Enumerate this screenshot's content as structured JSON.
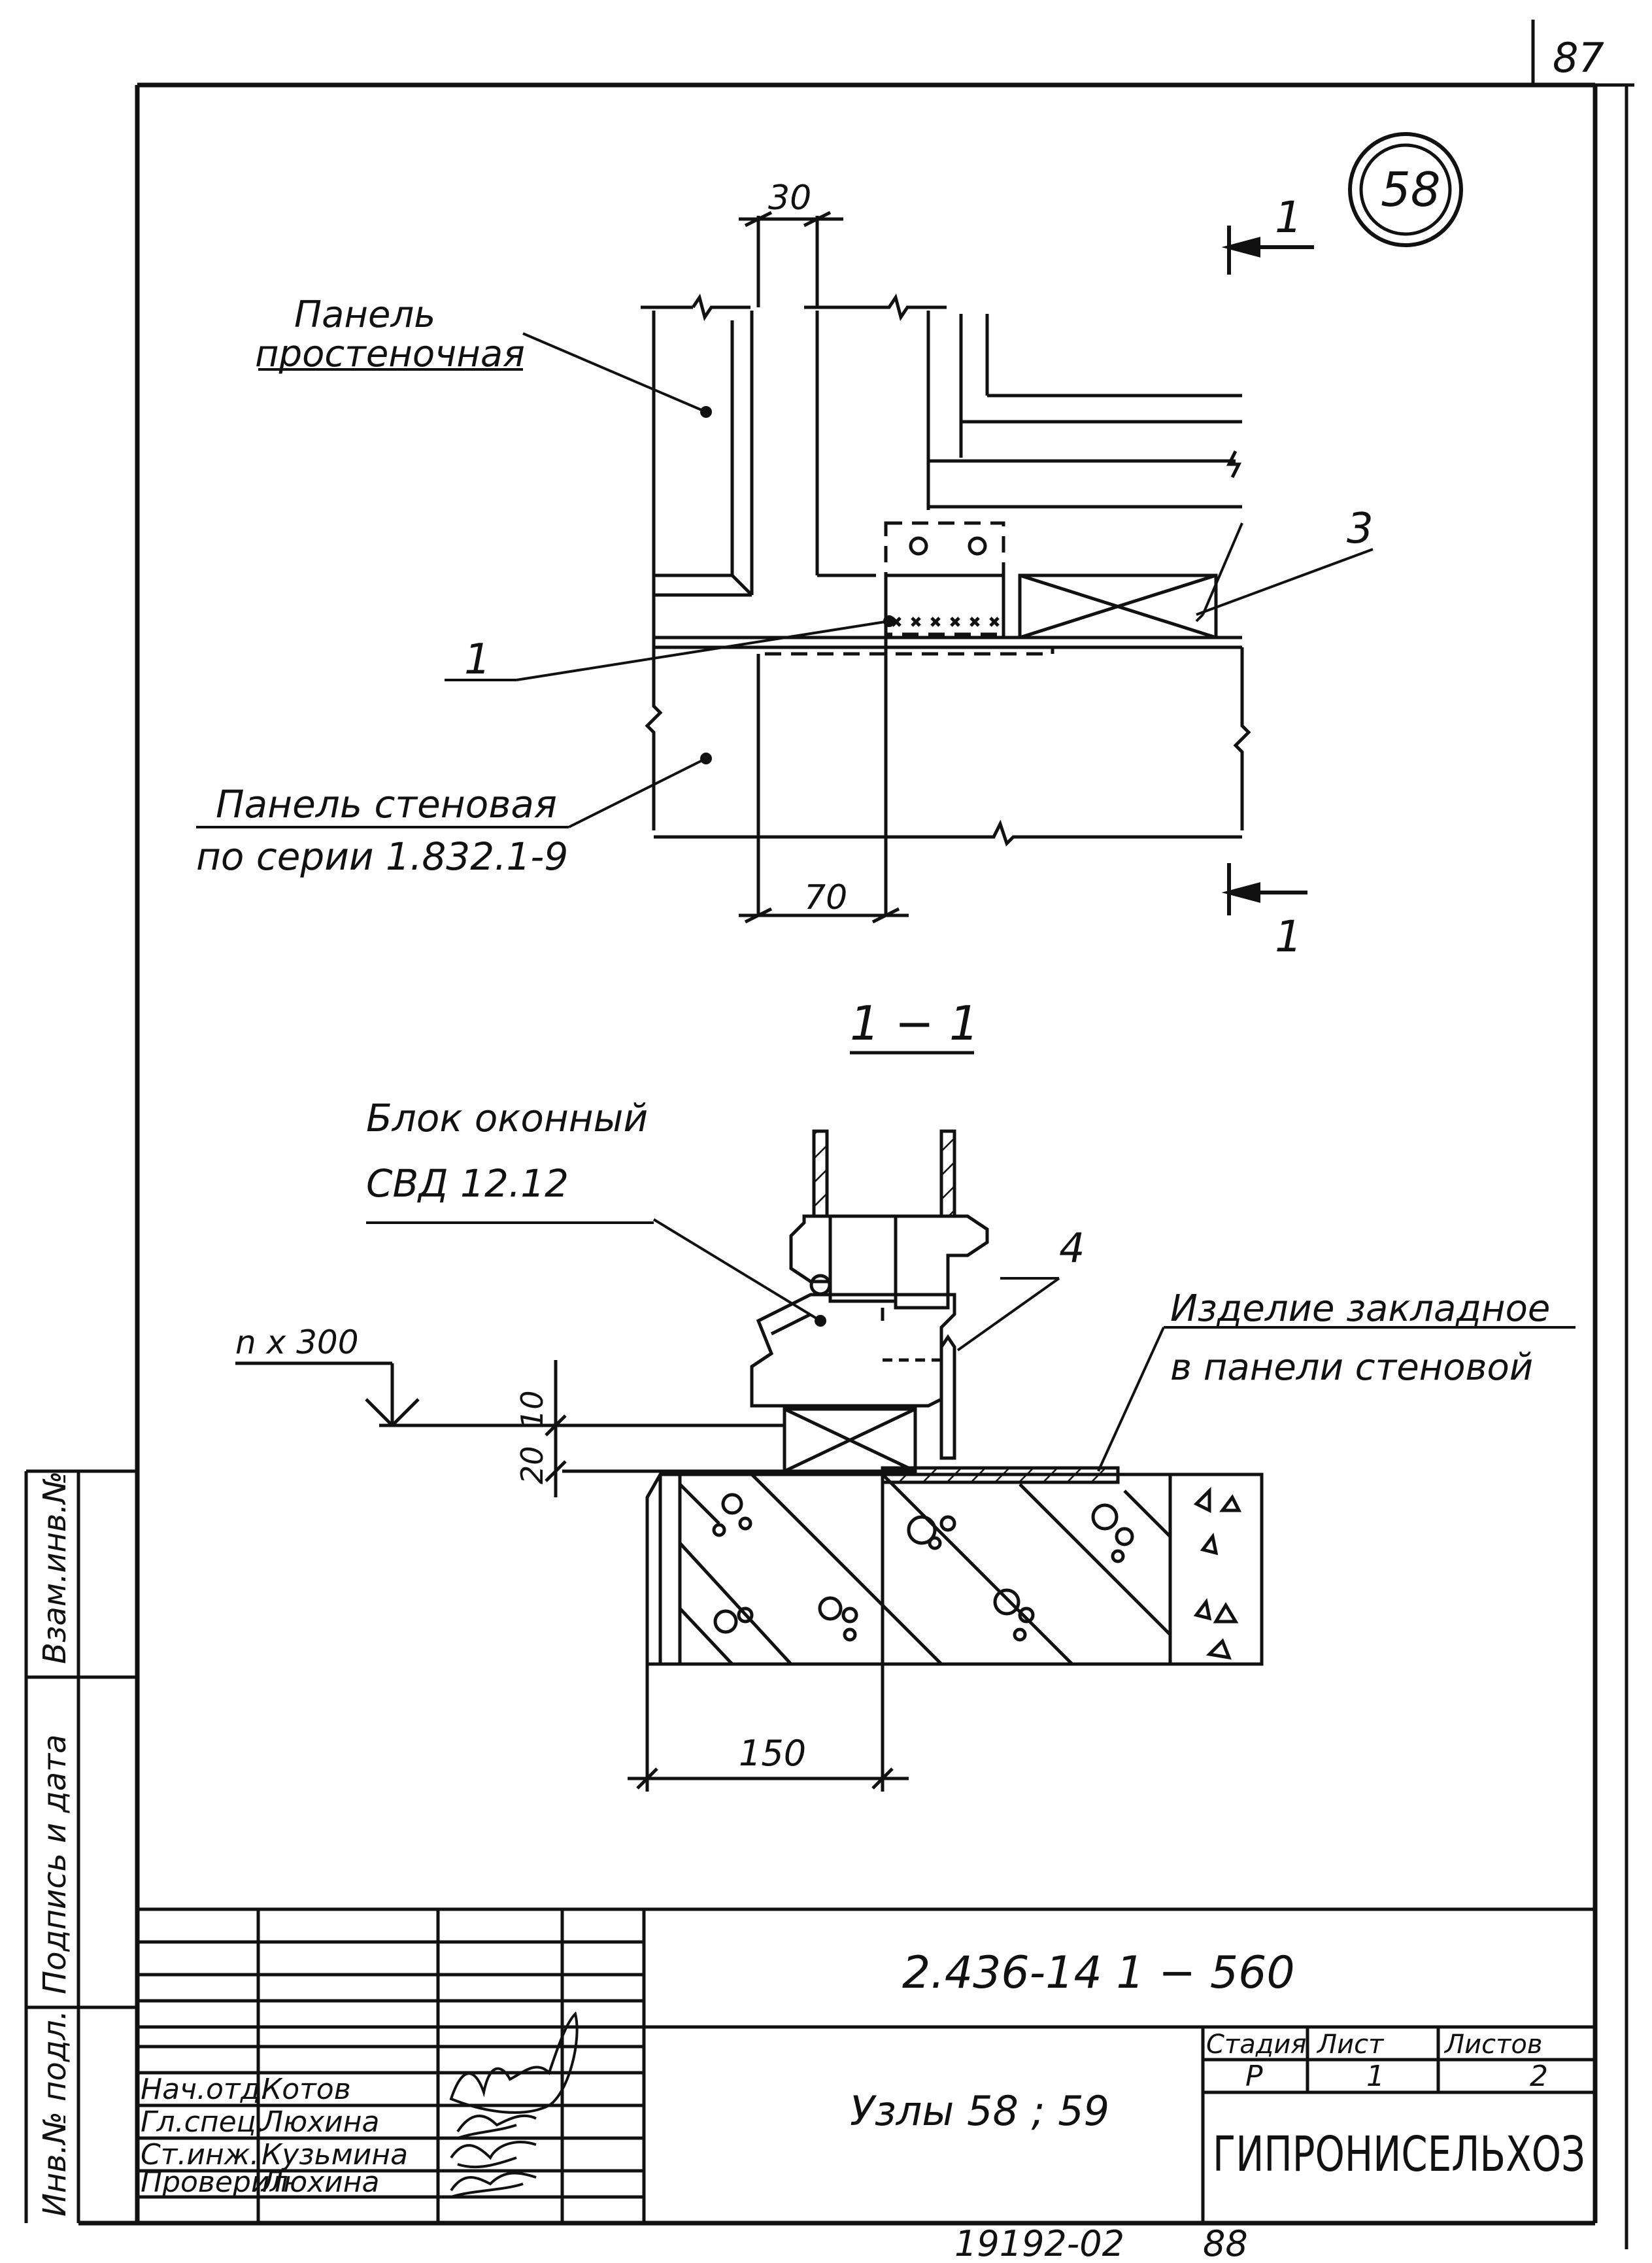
{
  "page_number": "87",
  "node_number": "58",
  "section_mark": "1",
  "section_title": "1 − 1",
  "plan": {
    "panel_pier_label_1": "Панель",
    "panel_pier_label_2": "простеночная",
    "wall_panel_label_1": "Панель стеновая",
    "wall_panel_label_2": "по серии 1.832.1-9",
    "dim_top": "30",
    "dim_bottom": "70",
    "callout_1": "1",
    "callout_3": "3"
  },
  "section": {
    "window_block_1": "Блок оконный",
    "window_block_2": "СВД 12.12",
    "level_mark": "n x 300",
    "callout_4": "4",
    "embed_label_1": "Изделие закладное",
    "embed_label_2": "в панели стеновой",
    "dim_10": "10",
    "dim_20": "20",
    "dim_150": "150"
  },
  "side_stamp": {
    "cell_1": "Взам.инв.№",
    "cell_2": "Подпись и дата",
    "cell_3": "Инв.№ подл."
  },
  "title_block": {
    "doc_code": "2.436-14 1 − 560",
    "title": "Узлы 58 ; 59",
    "organization": "ГИПРОНИСЕЛЬХОЗ",
    "stage_header": "Стадия",
    "sheet_header": "Лист",
    "sheets_header": "Листов",
    "stage_value": "Р",
    "sheet_value": "1",
    "sheets_value": "2",
    "roles": [
      {
        "role": "Нач.отд.",
        "name": "Котов"
      },
      {
        "role": "Гл.спец.",
        "name": "Люхина"
      },
      {
        "role": "Ст.инж.",
        "name": "Кузьмина"
      },
      {
        "role": "Проверил",
        "name": "Люхина"
      }
    ]
  },
  "footer": {
    "archive_number": "19192-02",
    "next_page": "88"
  }
}
